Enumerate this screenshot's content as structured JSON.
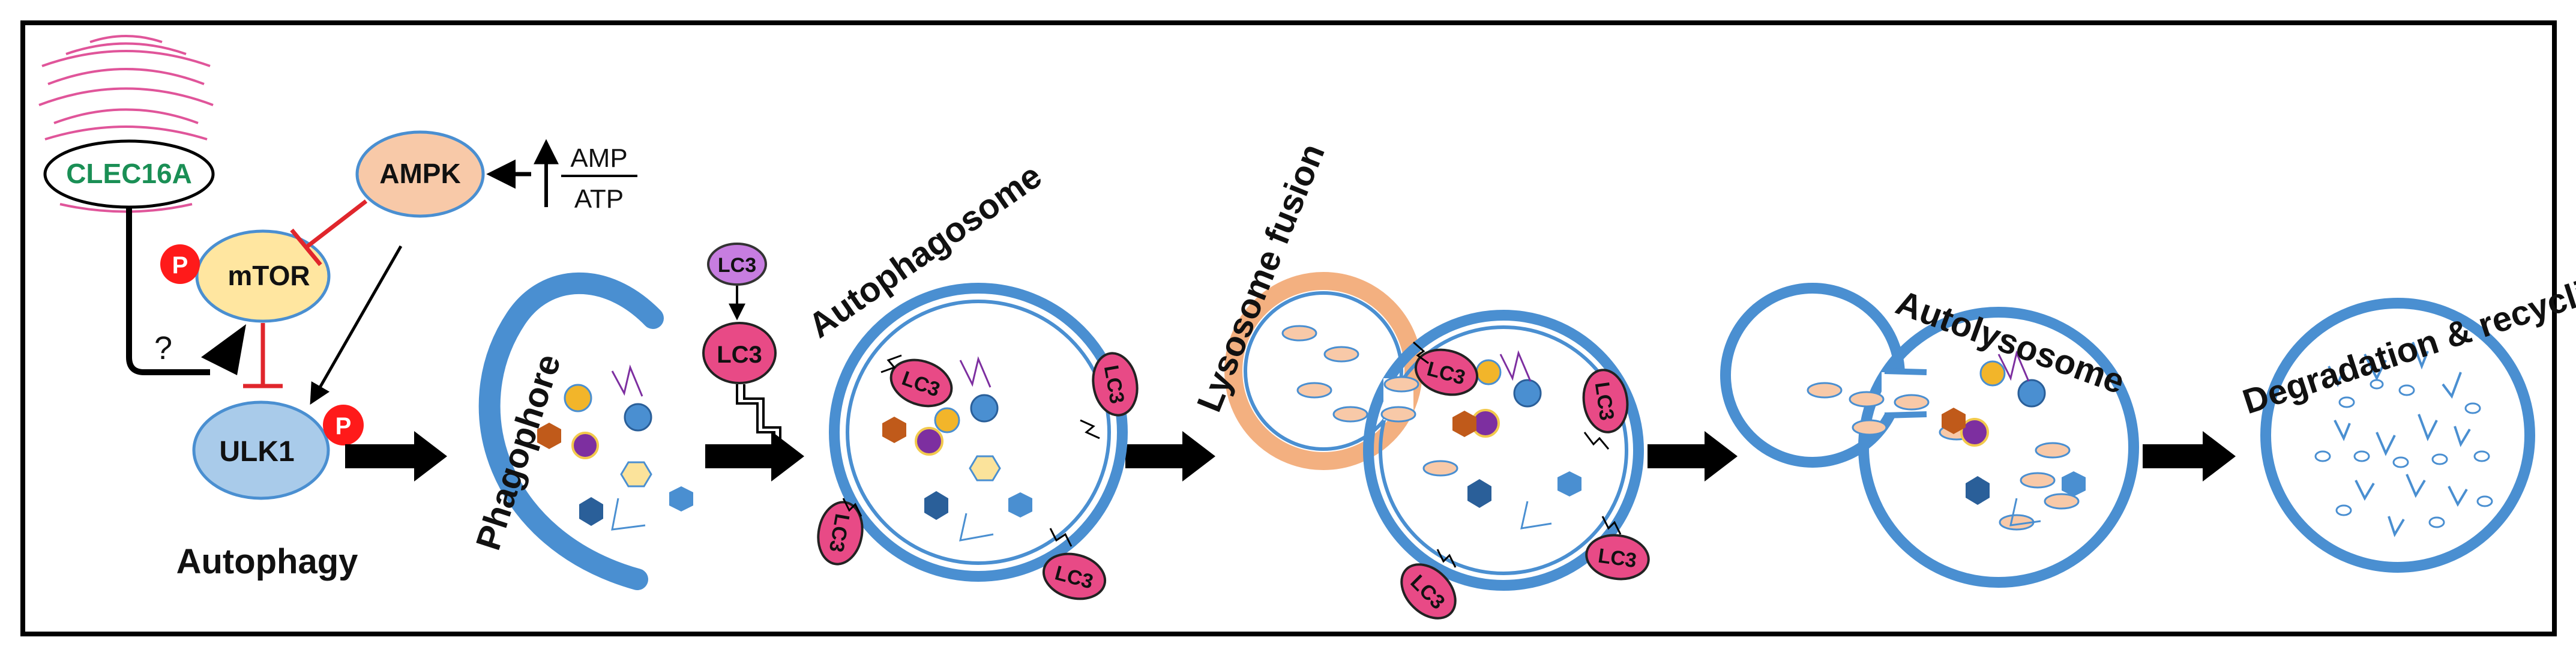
{
  "nodes": {
    "clec16a": "CLEC16A",
    "ampk": "AMPK",
    "mtor": "mTOR",
    "ulk1": "ULK1",
    "phospho": "P",
    "lc3": "LC3",
    "question": "?",
    "amp": "AMP",
    "atp": "ATP"
  },
  "labels": {
    "autophagy": "Autophagy",
    "phagophore": "Phagophore",
    "autophagosome": "Autophagosome",
    "lysosome_fusion": "Lysosome fusion",
    "autolysosome": "Autolysosome",
    "degradation": "Degradation & recycling"
  },
  "colors": {
    "membrane": "#4a8fd1",
    "lysosome": "#f3b080",
    "lc3": "#e84a86",
    "lc3_free": "#c77de0",
    "phospho": "#ff1a1a",
    "mtor": "#ffe6a0",
    "ampk": "#f8c9a8",
    "ulk1": "#a9cbea",
    "clec16a_text": "#1a8f55",
    "golgi": "#e0559a",
    "inhibit": "#e0262c"
  }
}
